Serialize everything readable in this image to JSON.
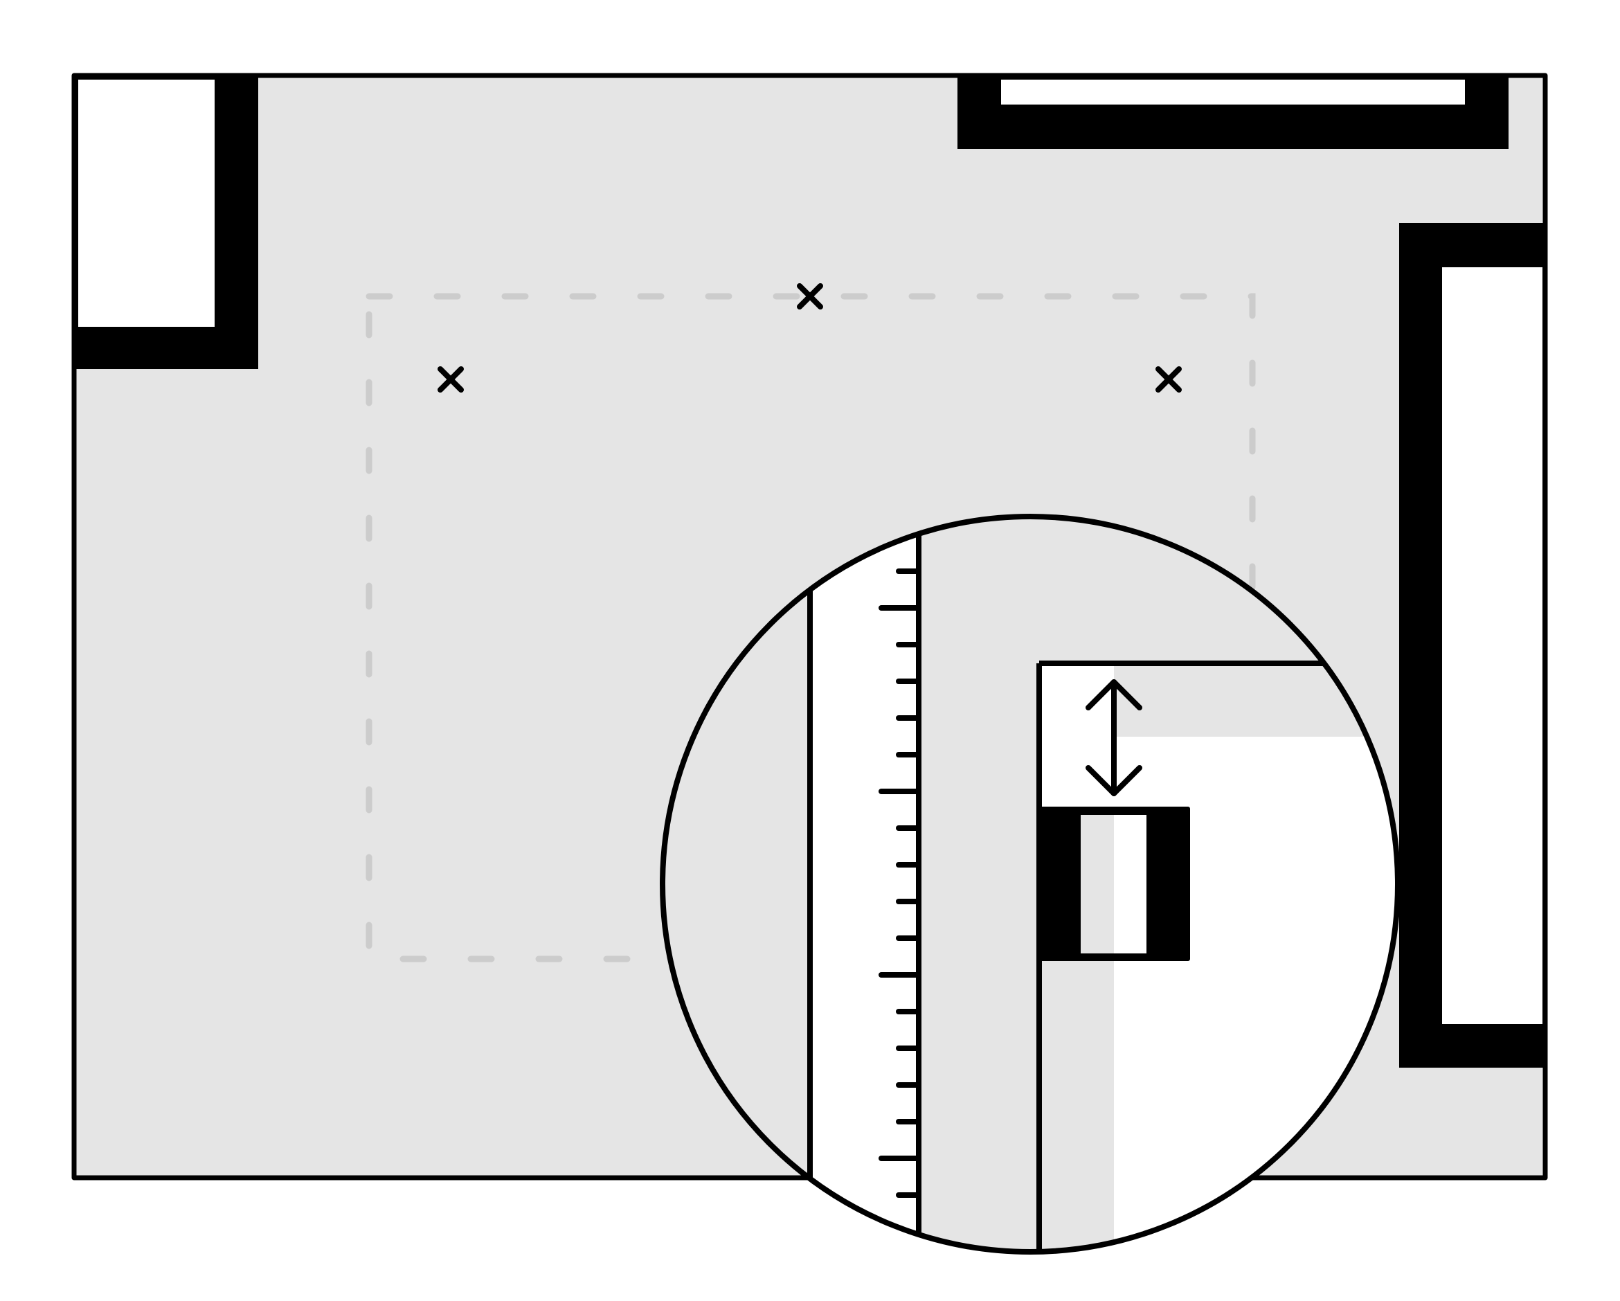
{
  "colors": {
    "floor": "#e5e5e5",
    "wall": "#000000",
    "opening": "#ffffff",
    "dashed_outline": "#cccccc"
  },
  "icons": {
    "markers": [
      "x-mark-icon",
      "x-mark-icon",
      "x-mark-icon"
    ],
    "arrow": "double-arrow-vertical-icon",
    "magnifier": "magnifier-circle"
  },
  "ruler": {
    "tick_count": 18,
    "major_every": 5,
    "first_major_index": 1
  }
}
